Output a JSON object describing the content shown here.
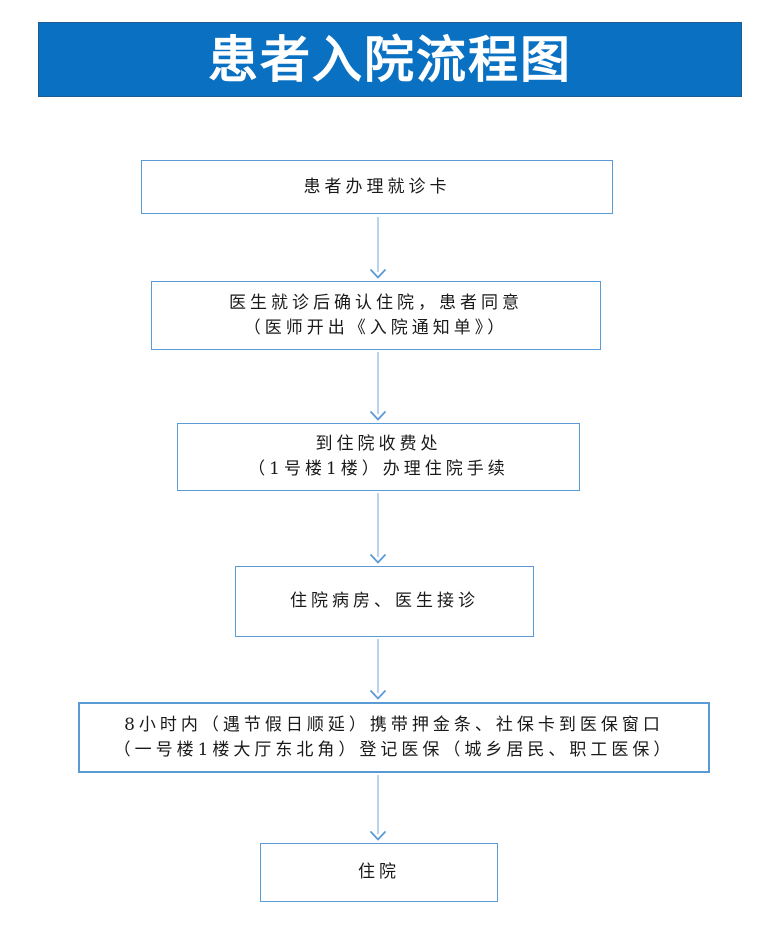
{
  "colors": {
    "page_bg": "#ffffff",
    "header_bg": "#0a70c2",
    "header_border": "#1e5c94",
    "header_text": "#ffffff",
    "box_border": "#5b9bd5",
    "box_bg": "#ffffff",
    "box_text": "#1a1a1a",
    "arrow_line": "#a9c9ec",
    "arrow_head": "#5b9bd5"
  },
  "header": {
    "title": "患者入院流程图"
  },
  "flowchart": {
    "steps": [
      {
        "name": "register-visit-card",
        "lines": [
          "患者办理就诊卡"
        ]
      },
      {
        "name": "doctor-confirms-admission",
        "lines": [
          "医生就诊后确认住院，患者同意",
          "（医师开出《入院通知单》）"
        ]
      },
      {
        "name": "admission-fee-office",
        "lines": [
          "到住院收费处",
          "（1号楼1楼）办理住院手续"
        ]
      },
      {
        "name": "ward-doctor-reception",
        "lines": [
          "住院病房、医生接诊"
        ]
      },
      {
        "name": "medical-insurance-registration",
        "lines": [
          "8小时内（遇节假日顺延）携带押金条、社保卡到医保窗口",
          "（一号楼1楼大厅东北角）登记医保（城乡居民、职工医保）"
        ]
      },
      {
        "name": "hospitalized",
        "lines": [
          "住院"
        ]
      }
    ]
  }
}
